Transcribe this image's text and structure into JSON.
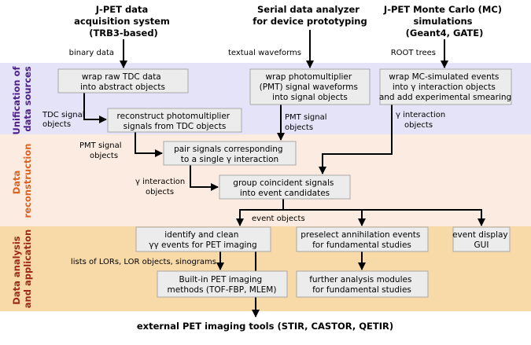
{
  "sources": {
    "acquisition": [
      "J-PET data",
      "acquisition system",
      "(TRB3-based)"
    ],
    "serial": [
      "Serial data analyzer",
      "for device prototyping"
    ],
    "montecarlo": [
      "J-PET Monte Carlo (MC)",
      "simulations",
      "(Geant4, GATE)"
    ]
  },
  "bands": {
    "unification": [
      "Unification of",
      "data sources"
    ],
    "reconstruction": [
      "Data",
      "reconstruction"
    ],
    "analysis": [
      "Data analysis",
      "and application"
    ]
  },
  "boxes": {
    "wrap_tdc": [
      "wrap raw TDC data",
      "into abstract objects"
    ],
    "reconstruct_pm": [
      "reconstruct photomultiplier",
      "signals from TDC objects"
    ],
    "wrap_pmt": [
      "wrap  photomultiplier",
      "(PMT) signal waveforms",
      "into signal objects"
    ],
    "wrap_mc": [
      "wrap MC-simulated events",
      "into γ interaction objects",
      "and add experimental smearing"
    ],
    "pair_signals": [
      "pair signals corresponding",
      "to a single γ interaction"
    ],
    "group_coincident": [
      "group coincident signals",
      "into event candidates"
    ],
    "identify_clean": [
      "identify and clean",
      "γγ events for PET imaging"
    ],
    "preselect": [
      "preselect annihilation events",
      "for fundamental studies"
    ],
    "event_display": [
      "event display",
      "GUI"
    ],
    "builtin_pet": [
      "Built-in PET imaging",
      "methods (TOF-FBP, MLEM)"
    ],
    "further_analysis": [
      "further analysis modules",
      "for fundamental studies"
    ]
  },
  "labels": {
    "binary_data": "binary data",
    "textual_waveforms": "textual waveforms",
    "root_trees": "ROOT trees",
    "tdc_signal_objects": [
      "TDC signal",
      "objects"
    ],
    "pmt_signal_objects_right": [
      "PMT signal",
      "objects"
    ],
    "gamma_interaction_objects_right": [
      "γ interaction",
      "objects"
    ],
    "pmt_signal_objects_left": [
      "PMT signal",
      "objects"
    ],
    "gamma_interaction_objects_left": [
      "γ interaction",
      "objects"
    ],
    "event_objects": "event objects",
    "lists_lors": "lists of LORs, LOR objects, sinograms",
    "external_tools": "external PET imaging tools (STIR, CASTOR, QETIR)"
  },
  "colors": {
    "unification_band": "#e4e3f7",
    "reconstruction_band": "#fbebe0",
    "analysis_band": "#f8d9a8",
    "unification_text": "#4b1e8c",
    "reconstruction_text": "#e0601e",
    "analysis_text": "#a02818",
    "box_fill": "#ececec",
    "box_stroke": "#a8a8a8"
  }
}
